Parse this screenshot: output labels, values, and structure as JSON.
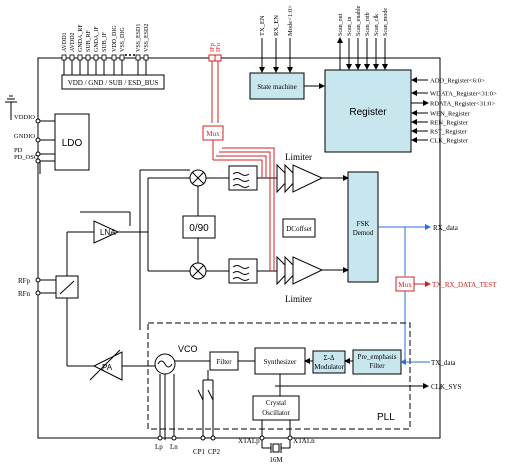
{
  "supply_pins": [
    "AVDD1",
    "AVDD2",
    "GNDA_RF",
    "SUB_RF",
    "GNDA_IF",
    "SUB_IF",
    "VDD_DIG",
    "VSS_DIG",
    "VSS_ESD1",
    "VSS_ESD2"
  ],
  "bus_label": "VDD / GND / SUB / ESD_BUS",
  "iq_pins": [
    "IFp",
    "IFn"
  ],
  "state_inputs": [
    "TX_EN",
    "RX_EN",
    "Mode<1:0>"
  ],
  "state_machine": "State machine",
  "scan_pins": [
    "Scan_out",
    "Scan_in",
    "Scan_enable",
    "Scan_rstb",
    "Scan_clk",
    "Scan_mode"
  ],
  "register": "Register",
  "register_ports": [
    "ADD_Register<6:0>",
    "WDATA_Register<31:0>",
    "RDATA_Register<31:0>",
    "WEN_Register",
    "REN_Register",
    "RST_Register",
    "CLK_Register"
  ],
  "ldo": "LDO",
  "left_pins": [
    "VDDIO",
    "GNDIO",
    "PD",
    "PD_OSC"
  ],
  "rf_pins": [
    "RFp",
    "RFn"
  ],
  "mux": "Mux",
  "limiter": "Limiter",
  "lna": "LNA",
  "phase": "0/90",
  "dcoffset": "DCoffset",
  "demod": [
    "FSK",
    "Demod"
  ],
  "rx_data": "RX_data",
  "tx_rx_test": "TX_RX_DATA_TEST",
  "tx_data": "TX_data",
  "clk_sys": "CLK_SYS",
  "pa": "PA",
  "vco": "VCO",
  "filter": "Filter",
  "synthesizer": "Synthesizer",
  "modulator": [
    "Σ-Δ",
    "Modulator"
  ],
  "preemphasis": [
    "Pre_emphasis",
    "Filter"
  ],
  "crystal": [
    "Crystal",
    "Oscillator"
  ],
  "pll": "PLL",
  "bottom_pins": [
    "Lp",
    "Ln",
    "CP1",
    "CP2",
    "XTALp",
    "XTALn"
  ],
  "crystal_freq": "16M",
  "colors": {
    "cyan": "#c8e6ee",
    "red": "#d42020",
    "blue": "#2e6fd8"
  }
}
